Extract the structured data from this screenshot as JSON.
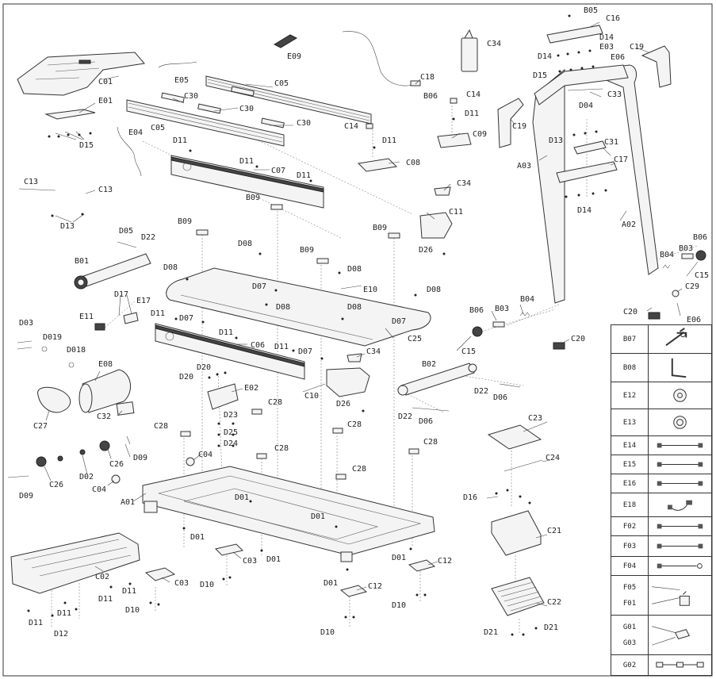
{
  "labels": {
    "B01": "B01",
    "B02": "B02",
    "B03": "B03",
    "B04": "B04",
    "B05": "B05",
    "B06": "B06",
    "B09": "B09",
    "C01": "C01",
    "C02": "C02",
    "C03": "C03",
    "C04": "C04",
    "C05": "C05",
    "C06": "C06",
    "C07": "C07",
    "C08": "C08",
    "C09": "C09",
    "C10": "C10",
    "C11": "C11",
    "C12": "C12",
    "C13": "C13",
    "C14": "C14",
    "C15": "C15",
    "C16": "C16",
    "C17": "C17",
    "C18": "C18",
    "C19": "C19",
    "C20": "C20",
    "C21": "C21",
    "C22": "C22",
    "C23": "C23",
    "C24": "C24",
    "C25": "C25",
    "C26": "C26",
    "C27": "C27",
    "C28": "C28",
    "C29": "C29",
    "C30": "C30",
    "C31": "C31",
    "C32": "C32",
    "C33": "C33",
    "C34": "C34",
    "D01": "D01",
    "D02": "D02",
    "D03": "D03",
    "D04": "D04",
    "D05": "D05",
    "D06": "D06",
    "D07": "D07",
    "D08": "D08",
    "D09": "D09",
    "D10": "D10",
    "D11": "D11",
    "D12": "D12",
    "D13": "D13",
    "D14": "D14",
    "D15": "D15",
    "D16": "D16",
    "D17": "D17",
    "D018": "D018",
    "D019": "D019",
    "D20": "D20",
    "D21": "D21",
    "D22": "D22",
    "D23": "D23",
    "D24": "D24",
    "D25": "D25",
    "D26": "D26",
    "E01": "E01",
    "E02": "E02",
    "E03": "E03",
    "E04": "E04",
    "E05": "E05",
    "E06": "E06",
    "E08": "E08",
    "E09": "E09",
    "E10": "E10",
    "E11": "E11",
    "E17": "E17",
    "A01": "A01",
    "A02": "A02",
    "A03": "A03"
  },
  "legend": [
    {
      "code": "B07",
      "icon": "hex-key-tool-icon"
    },
    {
      "code": "B08",
      "icon": "allen-wrench-icon"
    },
    {
      "code": "E12",
      "icon": "bushing-icon"
    },
    {
      "code": "E13",
      "icon": "bushing-icon"
    },
    {
      "code": "E14",
      "icon": "cable-icon"
    },
    {
      "code": "E15",
      "icon": "cable-icon"
    },
    {
      "code": "E16",
      "icon": "cable-icon"
    },
    {
      "code": "E18",
      "icon": "sensor-cable-icon"
    },
    {
      "code": "F02",
      "icon": "cable-icon"
    },
    {
      "code": "F03",
      "icon": "cable-icon"
    },
    {
      "code": "F04",
      "icon": "cable-ring-icon"
    },
    {
      "code": "F05",
      "code2": "F01",
      "icon": "switch-plug-icon"
    },
    {
      "code": "G01",
      "code2": "G03",
      "icon": "connector-icon"
    },
    {
      "code": "G02",
      "icon": "wire-harness-icon"
    }
  ]
}
